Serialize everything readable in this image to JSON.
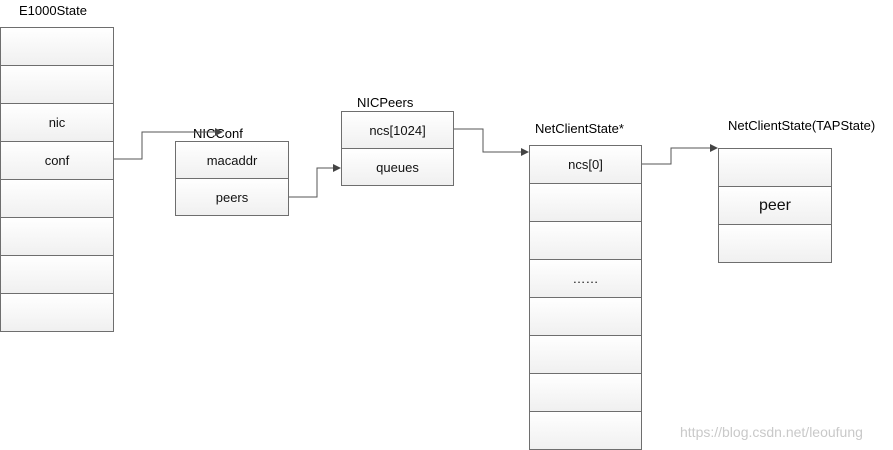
{
  "structs": {
    "e1000": {
      "title": "E1000State",
      "cells": [
        "",
        "",
        "nic",
        "conf",
        "",
        "",
        "",
        ""
      ]
    },
    "nicconf": {
      "title": "NICConf",
      "cells": [
        "macaddr",
        "peers"
      ]
    },
    "nicpeers": {
      "title": "NICPeers",
      "cells": [
        "ncs[1024]",
        "queues"
      ]
    },
    "netclient": {
      "title": "NetClientState*",
      "cells": [
        "ncs[0]",
        "",
        "",
        "……",
        "",
        "",
        "",
        ""
      ]
    },
    "tapstate": {
      "title": "NetClientState(TAPState)",
      "cells": [
        "",
        "peer",
        ""
      ]
    }
  },
  "links": [
    {
      "from": "e1000.conf",
      "to": "nicconf"
    },
    {
      "from": "nicconf.peers",
      "to": "nicpeers.queues"
    },
    {
      "from": "nicpeers.ncs[1024]",
      "to": "netclient.ncs[0]"
    },
    {
      "from": "netclient.ncs[0]",
      "to": "tapstate"
    }
  ],
  "watermark": "https://blog.csdn.net/leoufung"
}
